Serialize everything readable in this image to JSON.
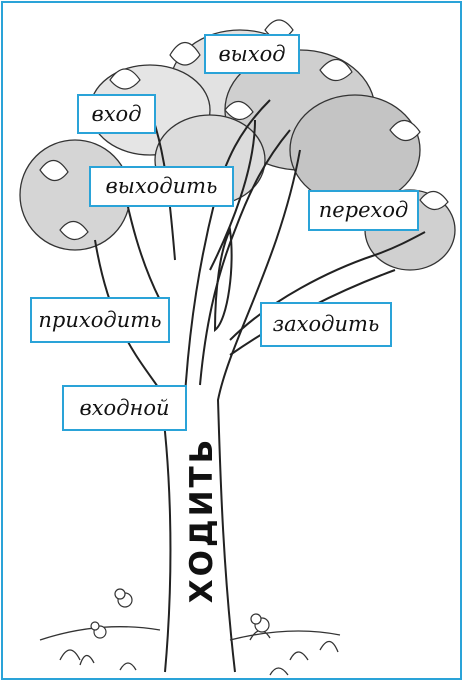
{
  "diagram": {
    "root_word": "ХОДИТЬ",
    "derived_words": [
      {
        "id": "vyhod",
        "text": "выход"
      },
      {
        "id": "vhod",
        "text": "вход"
      },
      {
        "id": "vyhodit",
        "text": "выходить"
      },
      {
        "id": "perehod",
        "text": "переход"
      },
      {
        "id": "prihodit",
        "text": "приходить"
      },
      {
        "id": "zahodit",
        "text": "заходить"
      },
      {
        "id": "vhodnoy",
        "text": "входной"
      }
    ]
  },
  "colors": {
    "frame": "#2aa3d8",
    "text": "#111111"
  }
}
